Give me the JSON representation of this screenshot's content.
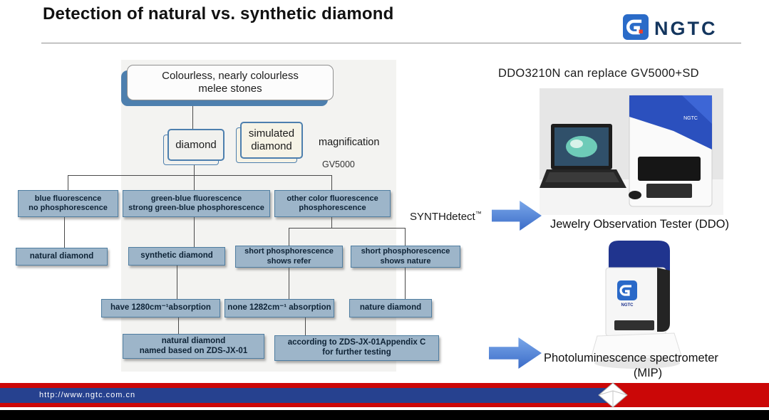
{
  "header": {
    "title": "Detection of natural vs. synthetic diamond",
    "logo_text": "NGTC"
  },
  "flowchart": {
    "root": {
      "lines": [
        "Colourless, nearly colourless",
        "melee stones"
      ]
    },
    "diamond": {
      "lines": [
        "diamond"
      ]
    },
    "simulated_diamond": {
      "lines": [
        "simulated",
        "diamond"
      ]
    },
    "magnification_label": "magnification",
    "device_label": "GV5000",
    "synthdetect_label": "SYNTHdetect",
    "synthdetect_tm": "™",
    "blue_fluorescence": {
      "lines": [
        "blue fluorescence",
        "no phosphorescence"
      ]
    },
    "green_blue_fluorescence": {
      "lines": [
        "green-blue fluorescence",
        "strong green-blue phosphorescence"
      ]
    },
    "other_color_fluorescence": {
      "lines": [
        "other color fluorescence",
        "phosphorescence"
      ]
    },
    "natural_diamond": {
      "lines": [
        "natural diamond"
      ]
    },
    "synthetic_diamond": {
      "lines": [
        "synthetic diamond"
      ]
    },
    "short_phosphorescence_refer": {
      "lines": [
        "short phosphorescence",
        "shows refer"
      ]
    },
    "short_phosphorescence_nature": {
      "lines": [
        "short phosphorescence",
        "shows nature"
      ]
    },
    "have_absorption": {
      "lines": [
        "have 1280cm⁻¹absorption"
      ]
    },
    "none_absorption": {
      "lines": [
        "none 1282cm⁻¹ absorption"
      ]
    },
    "nature_diamond": {
      "lines": [
        "nature diamond"
      ]
    },
    "named_zds": {
      "lines": [
        "natural diamond",
        "named based on ZDS-JX-01"
      ]
    },
    "according_zds": {
      "lines": [
        "according to ZDS-JX-01Appendix C",
        "for further testing"
      ]
    }
  },
  "right": {
    "note": "DDO3210N can replace GV5000+SD",
    "ddo_label": "Jewelry Observation Tester (DDO)",
    "mip_label_line1": "Photoluminescence spectrometer",
    "mip_label_line2": "(MIP)",
    "ddo_photo_logo": "NGTC",
    "mip_photo_logo": "NGTC"
  },
  "footer": {
    "url": "http://www.ngtc.com.cn"
  },
  "colors": {
    "node_fill": "#9db5c9",
    "node_border": "#4f7da0",
    "accent_blue": "#4d7fae",
    "arrow_blue": "#4a7fd0",
    "footer_red": "#cb0707",
    "footer_blue": "#26418f",
    "logo_blue": "#2a6bc8"
  }
}
